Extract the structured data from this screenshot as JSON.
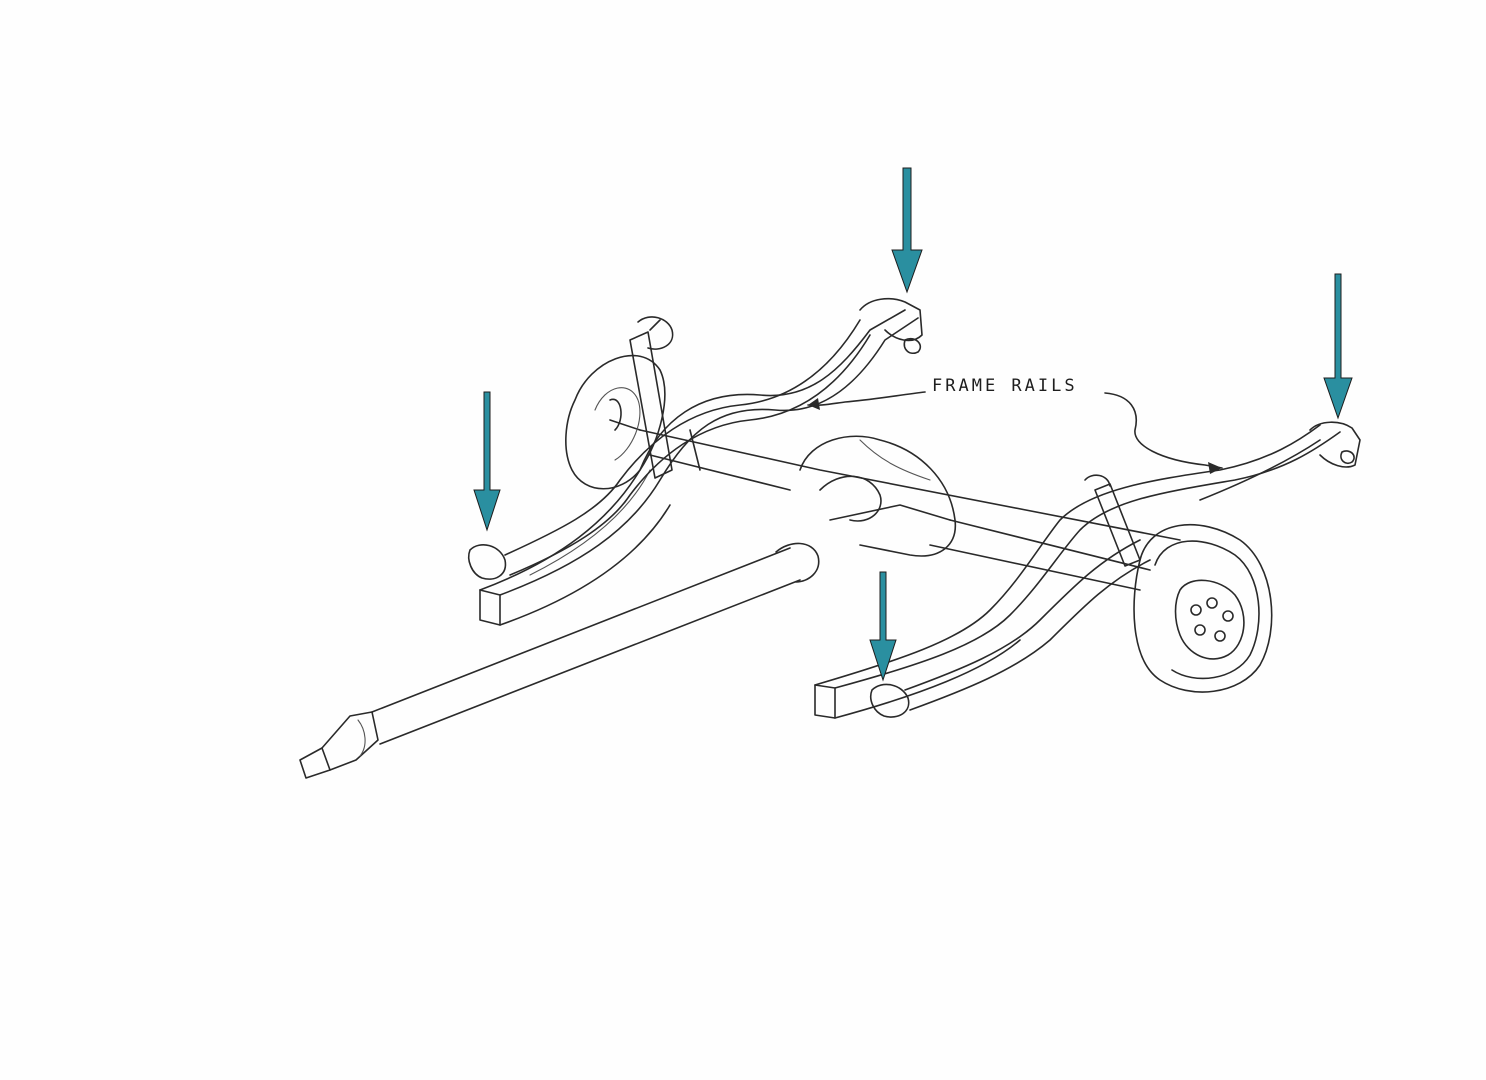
{
  "annotation": {
    "label": "FRAME RAILS"
  },
  "colors": {
    "arrow": "#2a8fa0",
    "pencil": "#2a2a2a",
    "paper": "#fefefe"
  },
  "arrows": [
    {
      "name": "arrow-left-rear-mount"
    },
    {
      "name": "arrow-left-front-mount"
    },
    {
      "name": "arrow-right-front-mount"
    },
    {
      "name": "arrow-right-rear-mount"
    }
  ]
}
